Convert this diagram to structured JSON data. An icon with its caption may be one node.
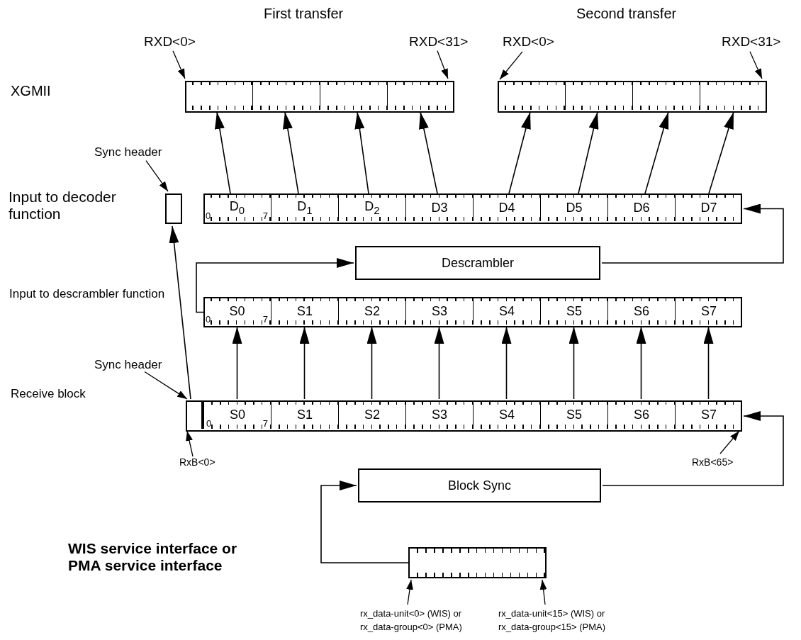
{
  "diagram": {
    "nodes": [
      {
        "text": [
          "RXD<0>"
        ]
      },
      {
        "text": [
          "RXD<31>"
        ]
      },
      {
        "text": [
          "RXD<0>"
        ]
      },
      {
        "text": [
          "RXD<31>"
        ]
      },
      {
        "text": [],
        "shape": "box"
      },
      {
        "text": [],
        "shape": "box",
        "in": 4
      },
      {
        "text": [],
        "shape": "box",
        "in": 4
      },
      {
        "text": [],
        "shape": "box",
        "in": 4
      },
      {
        "text": [],
        "shape": "box",
        "in": 4
      },
      {
        "text": [],
        "shape": "box"
      },
      {
        "text": [],
        "shape": "box",
        "in": 9
      },
      {
        "text": [],
        "shape": "box",
        "in": 9
      },
      {
        "text": [],
        "shape": "box",
        "in": 9
      },
      {
        "text": [],
        "shape": "box",
        "in": 9
      },
      {
        "text": [
          "Sync header"
        ]
      },
      {
        "text": [],
        "shape": "box"
      },
      {
        "text": [],
        "shape": "box"
      },
      {
        "text": [
          "0",
          "D$_{0}$",
          "7"
        ],
        "in": 16
      },
      {
        "text": [
          "D$_{1}$"
        ],
        "in": 16
      },
      {
        "text": [
          "D$_{2}$"
        ],
        "in": 16
      },
      {
        "text": [
          "D3"
        ],
        "in": 16
      },
      {
        "text": [
          "D4"
        ],
        "in": 16
      },
      {
        "text": [
          "D5"
        ],
        "in": 16
      },
      {
        "text": [
          "D6"
        ],
        "in": 16
      },
      {
        "text": [
          "D7"
        ],
        "in": 16
      },
      {
        "text": [
          "Descrambler"
        ]
      },
      {
        "text": [],
        "shape": "box"
      },
      {
        "text": [
          "0",
          "S0",
          "7"
        ],
        "in": 26
      },
      {
        "text": [
          "S1"
        ],
        "in": 26
      },
      {
        "text": [
          "S2"
        ],
        "in": 26
      },
      {
        "text": [
          "S3"
        ],
        "in": 26
      },
      {
        "text": [
          "S4"
        ],
        "in": 26
      },
      {
        "text": [
          "S5"
        ],
        "in": 26
      },
      {
        "text": [
          "S6"
        ],
        "in": 26
      },
      {
        "text": [
          "S7"
        ],
        "in": 26
      },
      {
        "text": [
          "Sync header"
        ]
      },
      {
        "text": [],
        "shape": "box"
      },
      {
        "text": [],
        "shape": "box",
        "in": 36
      },
      {
        "text": [
          "0",
          "S0",
          "7"
        ],
        "in": 36
      },
      {
        "text": [
          "S1"
        ],
        "in": 36
      },
      {
        "text": [
          "S2"
        ],
        "in": 36
      },
      {
        "text": [
          "S3"
        ],
        "in": 36
      },
      {
        "text": [
          "S4"
        ],
        "in": 36
      },
      {
        "text": [
          "S5"
        ],
        "in": 36
      },
      {
        "text": [
          "S6"
        ],
        "in": 36
      },
      {
        "text": [
          "S7"
        ],
        "in": 36
      },
      {
        "text": [
          "RxB<0>"
        ]
      },
      {
        "text": [
          "RxB<65>"
        ]
      },
      {
        "text": [
          "Block Sync"
        ]
      },
      {
        "text": [],
        "shape": "box"
      },
      {
        "text": [
          "rx_data-unit<0> (WIS) or rx_data-group<0> (PMA)"
        ]
      },
      {
        "text": [
          "rx_data-unit<15> (WIS) or rx_data-group<15> (PMA)"
        ]
      }
    ],
    "edges": [
      {
        "from": 0,
        "to": 5,
        "arrow": "to"
      },
      {
        "from": 1,
        "to": 8,
        "arrow": "to"
      },
      {
        "from": 2,
        "to": 10,
        "arrow": "to"
      },
      {
        "from": 3,
        "to": 13,
        "arrow": "to"
      },
      {
        "from": 17,
        "to": 5,
        "arrow": "to"
      },
      {
        "from": 18,
        "to": 6,
        "arrow": "to"
      },
      {
        "from": 19,
        "to": 7,
        "arrow": "to"
      },
      {
        "from": 20,
        "to": 8,
        "arrow": "to"
      },
      {
        "from": 21,
        "to": 10,
        "arrow": "to"
      },
      {
        "from": 22,
        "to": 11,
        "arrow": "to"
      },
      {
        "from": 23,
        "to": 12,
        "arrow": "to"
      },
      {
        "from": 24,
        "to": 13,
        "arrow": "to"
      },
      {
        "from": 14,
        "to": 15,
        "arrow": "to"
      },
      {
        "from": 37,
        "to": 15,
        "arrow": "to"
      },
      {
        "from": 26,
        "to": 25,
        "arrow": "to"
      },
      {
        "from": 25,
        "to": 16,
        "arrow": "to"
      },
      {
        "from": 38,
        "to": 27,
        "arrow": "to"
      },
      {
        "from": 39,
        "to": 28,
        "arrow": "to"
      },
      {
        "from": 40,
        "to": 29,
        "arrow": "to"
      },
      {
        "from": 41,
        "to": 30,
        "arrow": "to"
      },
      {
        "from": 42,
        "to": 31,
        "arrow": "to"
      },
      {
        "from": 43,
        "to": 32,
        "arrow": "to"
      },
      {
        "from": 44,
        "to": 33,
        "arrow": "to"
      },
      {
        "from": 45,
        "to": 34,
        "arrow": "to"
      },
      {
        "from": 35,
        "to": 37,
        "arrow": "to"
      },
      {
        "from": 46,
        "to": 37,
        "arrow": "to"
      },
      {
        "from": 47,
        "to": 45,
        "arrow": "to"
      },
      {
        "from": 48,
        "to": 36,
        "arrow": "to"
      },
      {
        "from": 49,
        "to": 48,
        "arrow": "to"
      },
      {
        "from": 50,
        "to": 49,
        "arrow": "to"
      },
      {
        "from": 51,
        "to": 49,
        "arrow": "to"
      }
    ],
    "labels": [
      "First transfer",
      "Second transfer",
      "XGMII",
      "Input to decoder function",
      "Input to descrambler function",
      "Receive block",
      "WIS service interface or PMA service interface"
    ]
  }
}
